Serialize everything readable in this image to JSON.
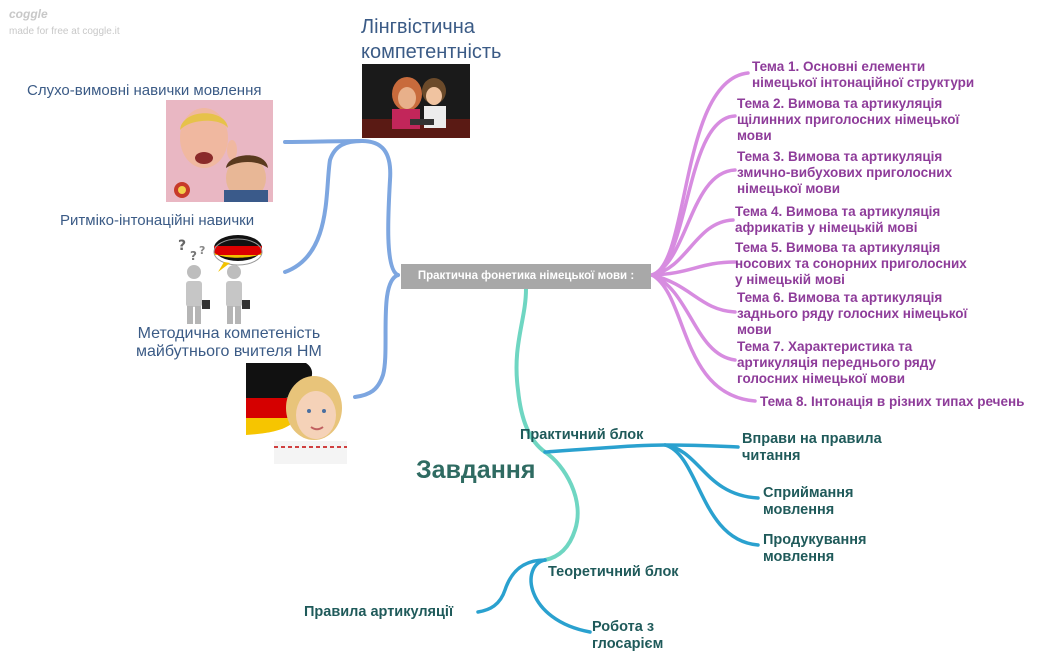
{
  "watermark": {
    "logo": "coggle",
    "subtitle": "made for free at coggle.it"
  },
  "central": {
    "label": "Практична фонетика німецької мови :"
  },
  "left_branch": {
    "top_title_line1": "Лінгвістична",
    "top_title_line2": "компетентність",
    "item1": "Слухо-вимовні навички мовлення",
    "item2": "Ритміко-інтонаційні навички",
    "item3_line1": "Методична компетеність",
    "item3_line2": "майбутнього вчителя НМ"
  },
  "right_branch": {
    "topics": [
      {
        "line1": "Тема 1. Основні елементи",
        "line2": "німецької інтонаційної структури",
        "line3": ""
      },
      {
        "line1": "Тема 2. Вимова та артикуляція",
        "line2": "щілинних приголосних німецької",
        "line3": "мови"
      },
      {
        "line1": "Тема 3. Вимова та артикуляція",
        "line2": "змично-вибухових приголосних",
        "line3": "німецької мови"
      },
      {
        "line1": "Тема 4. Вимова та артикуляція",
        "line2": "африкатів у німецькій мові",
        "line3": ""
      },
      {
        "line1": "Тема 5. Вимова та артикуляція",
        "line2": "носових та сонорних приголосних",
        "line3": "у німецькій мові"
      },
      {
        "line1": "Тема 6. Вимова та артикуляція",
        "line2": "заднього ряду голосних німецької",
        "line3": "мови"
      },
      {
        "line1": "Тема 7. Характеристика та",
        "line2": "артикуляція переднього ряду",
        "line3": "голосних німецької мови"
      },
      {
        "line1": "Тема 8. Інтонація в різних типах речень",
        "line2": "",
        "line3": ""
      }
    ]
  },
  "bottom_branch": {
    "title": "Завдання",
    "practical": {
      "label": "Практичний блок",
      "items": [
        {
          "line1": "Вправи на правила",
          "line2": "читання"
        },
        {
          "line1": "Сприймання",
          "line2": "мовлення"
        },
        {
          "line1": "Продукування",
          "line2": "мовлення"
        }
      ]
    },
    "theoretical": {
      "label": "Теоретичний блок",
      "items": [
        {
          "line1": "Правила артикуляції",
          "line2": ""
        },
        {
          "line1": "Робота з",
          "line2": "глосарієм"
        }
      ]
    }
  },
  "images": {
    "photo1": "children-laptop-photo",
    "photo2": "listening-ear-photo",
    "photo3": "german-speech-figures",
    "photo4": "girl-german-flag-photo"
  },
  "colors": {
    "left_branch": "#7da6e0",
    "right_branch": "#d78ce0",
    "bottom_branch": "#6fd6c2",
    "sub_branch": "#2aa1cf",
    "topic_text": "#8e3c9a",
    "left_text": "#3b5b86",
    "bottom_text": "#1f5a5a"
  }
}
